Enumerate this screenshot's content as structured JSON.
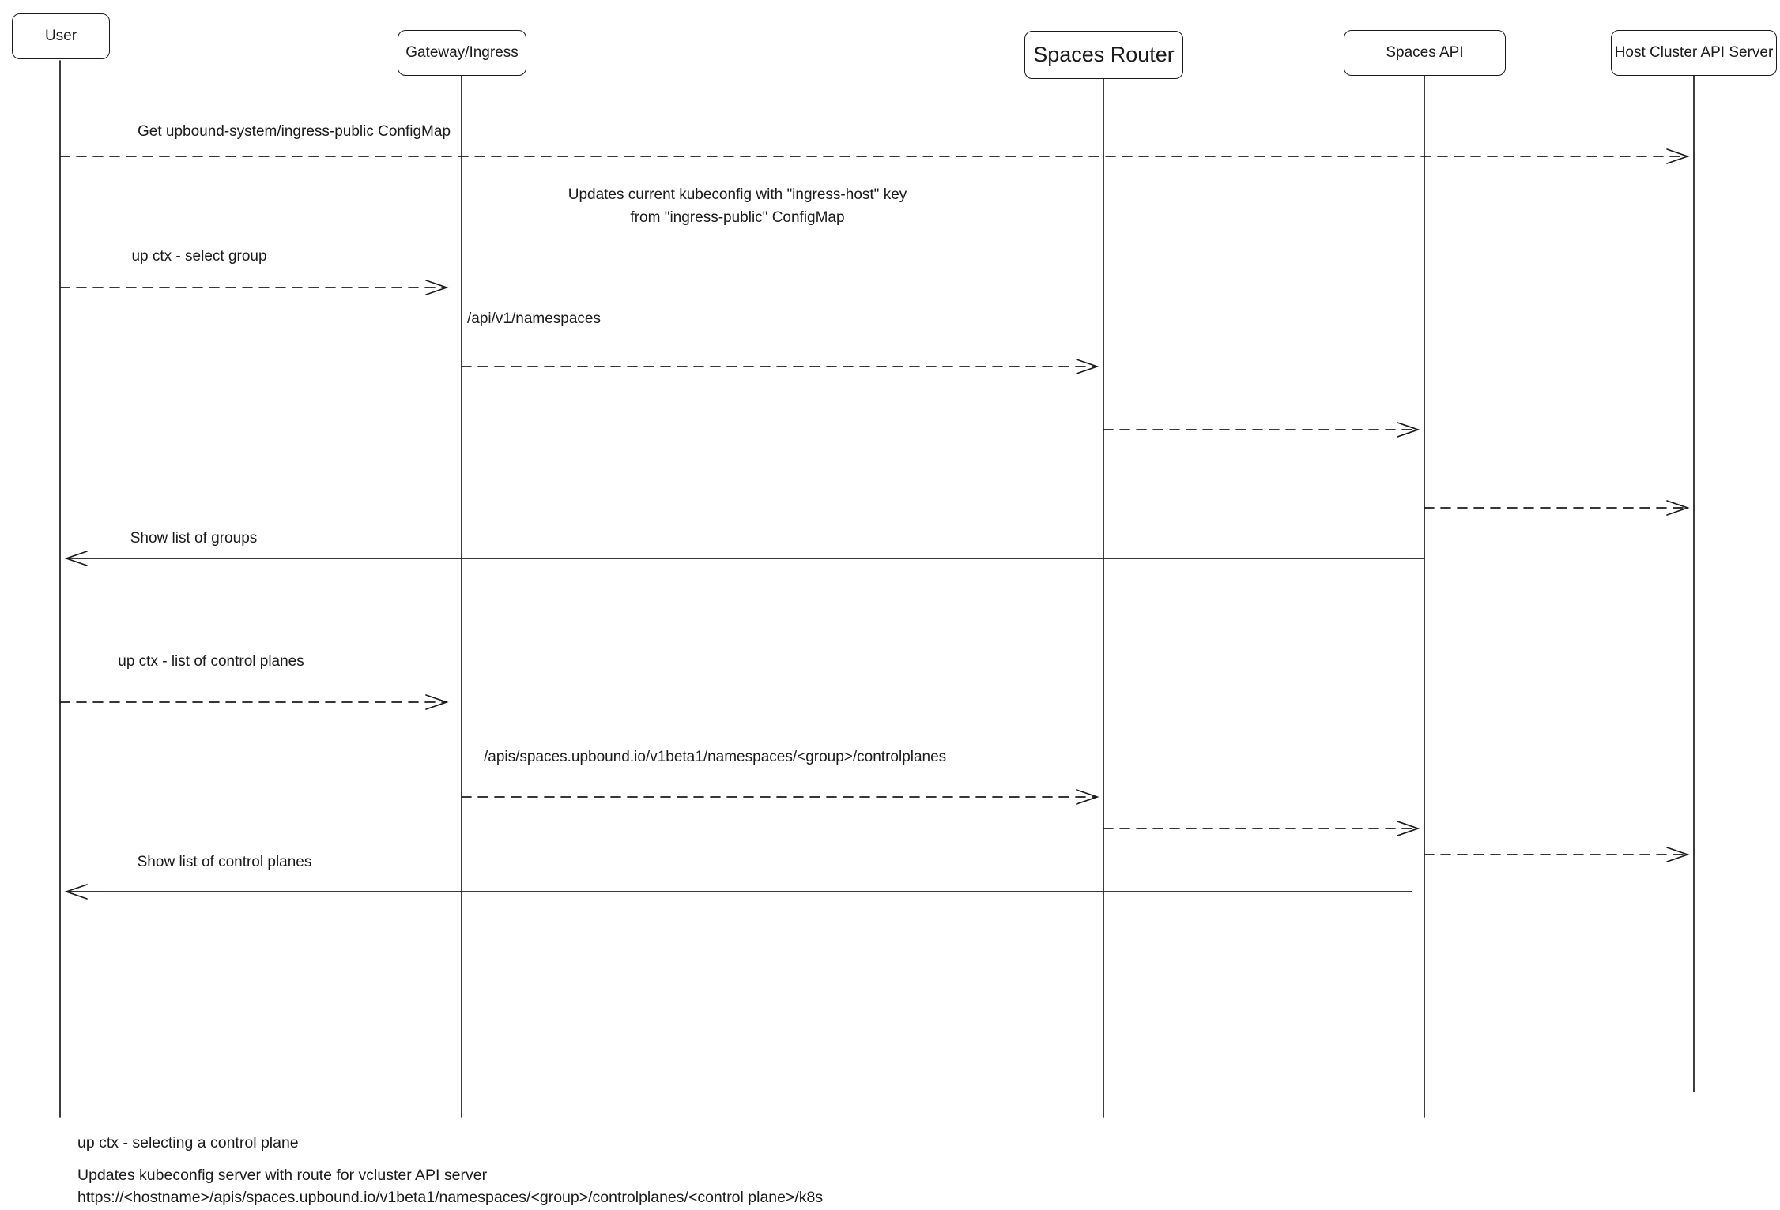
{
  "actors": [
    {
      "id": "user",
      "label": "User"
    },
    {
      "id": "gateway-ingress",
      "label": "Gateway/Ingress"
    },
    {
      "id": "spaces-router",
      "label": "Spaces Router"
    },
    {
      "id": "spaces-api",
      "label": "Spaces API"
    },
    {
      "id": "host-cluster-api-server",
      "label": "Host Cluster API Server"
    }
  ],
  "messages": [
    {
      "label": "Get upbound-system/ingress-public ConfigMap",
      "from": "User",
      "to": "Host Cluster API Server",
      "style": "dashed"
    },
    {
      "label": "up ctx - select group",
      "from": "User",
      "to": "Gateway/Ingress",
      "style": "dashed"
    },
    {
      "label": "/api/v1/namespaces",
      "from": "Gateway/Ingress",
      "to": "Spaces Router",
      "style": "dashed"
    },
    {
      "label": "",
      "from": "Spaces Router",
      "to": "Spaces API",
      "style": "dashed"
    },
    {
      "label": "",
      "from": "Spaces API",
      "to": "Host Cluster API Server",
      "style": "dashed"
    },
    {
      "label": "Show list of groups",
      "from": "Spaces API",
      "to": "User",
      "style": "solid"
    },
    {
      "label": "up ctx - list of control planes",
      "from": "User",
      "to": "Gateway/Ingress",
      "style": "dashed"
    },
    {
      "label": "/apis/spaces.upbound.io/v1beta1/namespaces/<group>/controlplanes",
      "from": "Gateway/Ingress",
      "to": "Spaces Router",
      "style": "dashed"
    },
    {
      "label": "",
      "from": "Spaces Router",
      "to": "Spaces API",
      "style": "dashed"
    },
    {
      "label": "",
      "from": "Spaces API",
      "to": "Host Cluster API Server",
      "style": "dashed"
    },
    {
      "label": "Show list of control planes",
      "from": "Spaces API",
      "to": "User",
      "style": "solid"
    }
  ],
  "note": {
    "line1": "Updates current kubeconfig with \"ingress-host\" key",
    "line2": "from \"ingress-public\" ConfigMap"
  },
  "footer": [
    "up ctx - selecting a control plane",
    "Updates kubeconfig server with route for vcluster API server",
    "https://<hostname>/apis/spaces.upbound.io/v1beta1/namespaces/<group>/controlplanes/<control plane>/k8s"
  ]
}
